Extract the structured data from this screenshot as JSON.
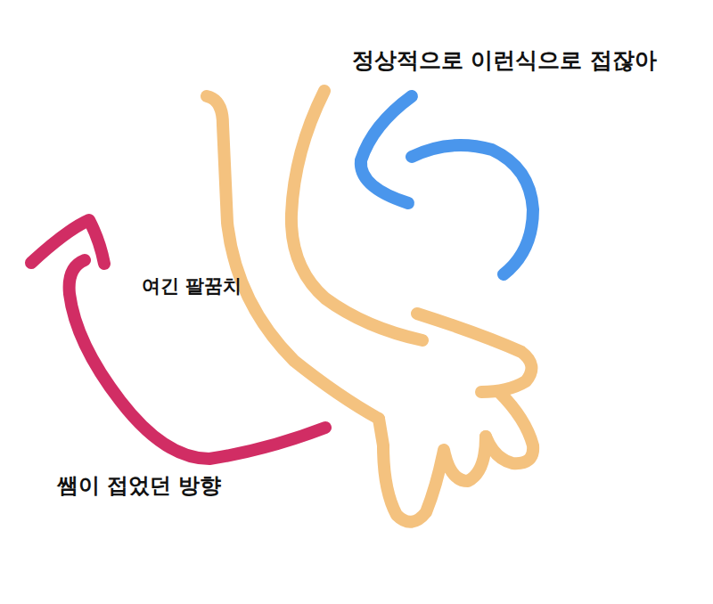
{
  "diagram": {
    "labels": [
      "정상적으로 이런식으로 접잖아",
      "여긴 팔꿈치",
      "쌤이 접었던 방향"
    ]
  }
}
